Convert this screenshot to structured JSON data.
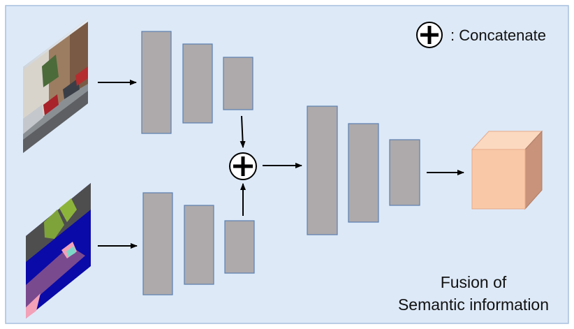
{
  "diagram": {
    "legend": {
      "symbol": "concat-symbol",
      "text": ": Concatenate"
    },
    "caption": {
      "line1": "Fusion of",
      "line2": "Semantic information"
    },
    "inputs": [
      {
        "name": "rgb-street-image",
        "type": "photo"
      },
      {
        "name": "semantic-segmentation-image",
        "type": "segmentation-map"
      }
    ],
    "encoders": [
      {
        "name": "rgb-encoder",
        "blocks": 3
      },
      {
        "name": "semantic-encoder",
        "blocks": 3
      }
    ],
    "fusion": {
      "name": "concatenation",
      "symbol": "plus-circle"
    },
    "decoder": {
      "name": "fusion-decoder",
      "blocks": 3
    },
    "output": {
      "name": "output-cube"
    },
    "colors": {
      "background": "#dde9f7",
      "frame": "#a7c1de",
      "block_fill": "#aeaaab",
      "block_stroke": "#5b7fb0",
      "cube_front": "#f9c9a7",
      "cube_top": "#fbd9c0",
      "cube_side": "#c8937a",
      "arrow": "#000000"
    }
  }
}
